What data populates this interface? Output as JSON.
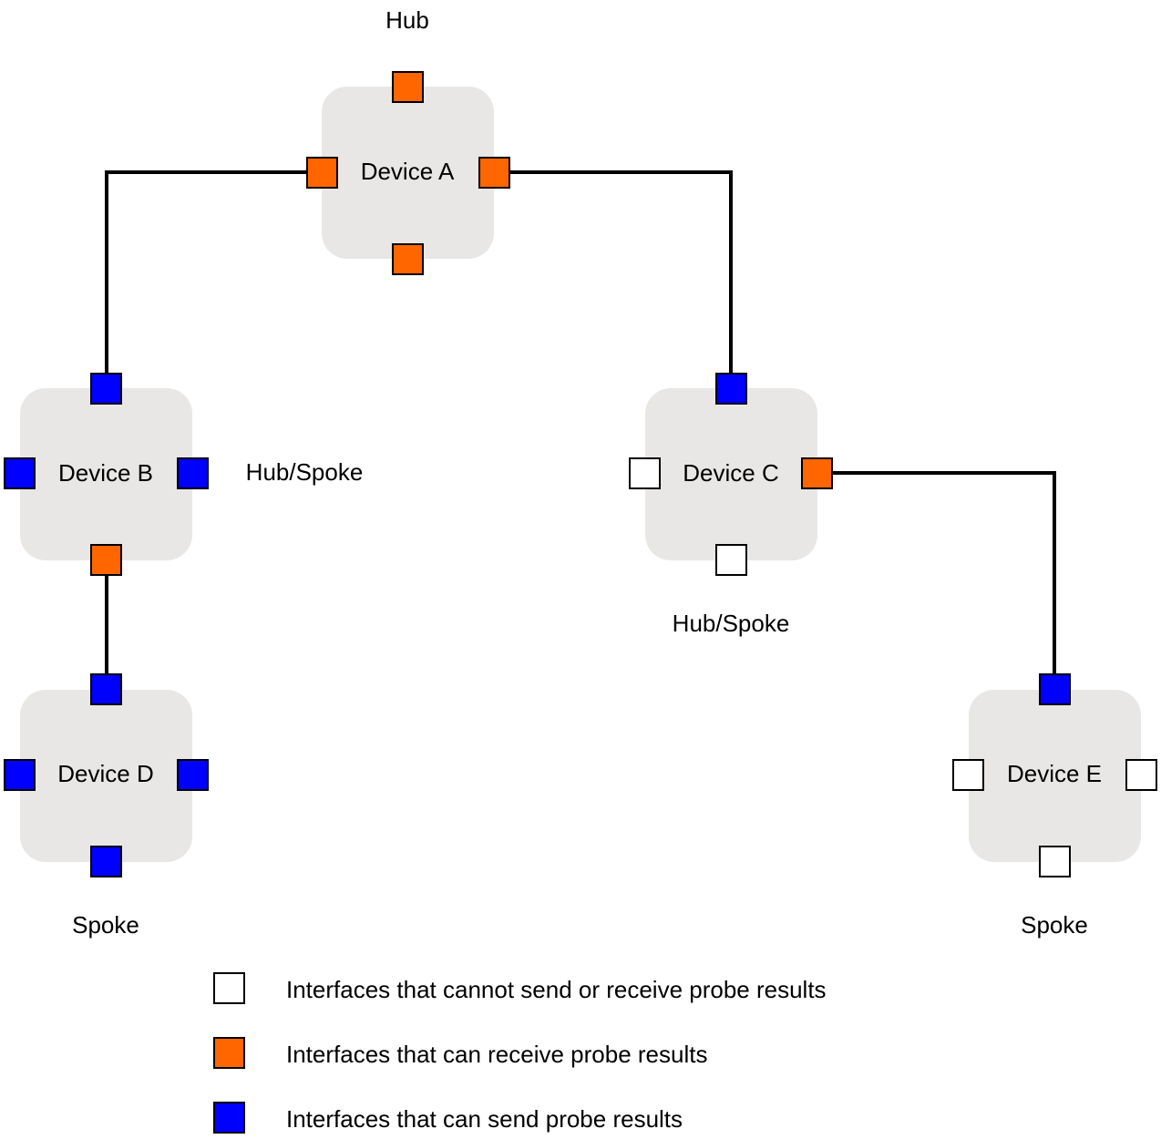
{
  "colors": {
    "device_bg": "#e9e7e5",
    "receive": "#ff6600",
    "send": "#0000ff",
    "none": "#ffffff",
    "link": "#000000"
  },
  "devices": [
    {
      "id": "A",
      "label": "Device A",
      "role": "Hub",
      "ports": {
        "top": "receive",
        "left": "receive",
        "right": "receive",
        "bottom": "receive"
      }
    },
    {
      "id": "B",
      "label": "Device B",
      "role": "Hub/Spoke",
      "ports": {
        "top": "send",
        "left": "send",
        "right": "send",
        "bottom": "receive"
      }
    },
    {
      "id": "C",
      "label": "Device C",
      "role": "Hub/Spoke",
      "ports": {
        "top": "send",
        "left": "none",
        "right": "receive",
        "bottom": "none"
      }
    },
    {
      "id": "D",
      "label": "Device D",
      "role": "Spoke",
      "ports": {
        "top": "send",
        "left": "send",
        "right": "send",
        "bottom": "send"
      }
    },
    {
      "id": "E",
      "label": "Device E",
      "role": "Spoke",
      "ports": {
        "top": "send",
        "left": "none",
        "right": "none",
        "bottom": "none"
      }
    }
  ],
  "links": [
    {
      "from": "A",
      "to": "B"
    },
    {
      "from": "A",
      "to": "C"
    },
    {
      "from": "B",
      "to": "D"
    },
    {
      "from": "C",
      "to": "E"
    }
  ],
  "legend": [
    {
      "kind": "none",
      "text": "Interfaces that cannot send or receive probe results"
    },
    {
      "kind": "receive",
      "text": "Interfaces that can receive probe results"
    },
    {
      "kind": "send",
      "text": "Interfaces that can send probe results"
    }
  ]
}
